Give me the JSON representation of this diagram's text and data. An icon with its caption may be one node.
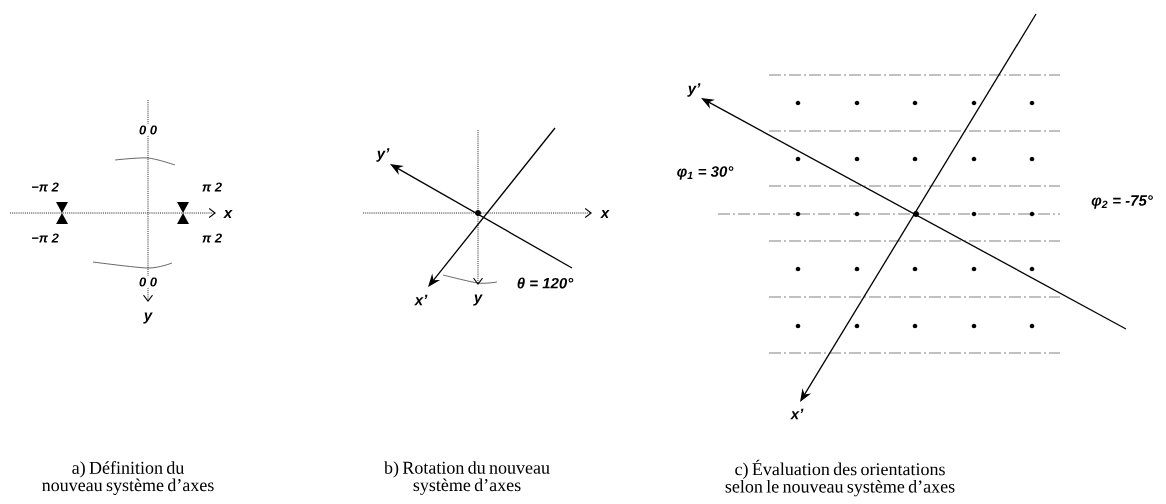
{
  "diagram": {
    "labels": [
      "0 0",
      "−π 2",
      "π 2",
      "−π 2",
      "π 2",
      "0 0",
      "x",
      "y",
      "y’",
      "x",
      "θ = 120°",
      "x’",
      "y",
      "y’",
      "φ$_{1}$ = 30°",
      "φ$_{2}$ = -75°",
      "x’",
      "a) Définition du nouveau système d’axes",
      "b) Rotation du nouveau système d’axes",
      "c) Évaluation des orientations selon le nouveau système d’axes"
    ]
  }
}
